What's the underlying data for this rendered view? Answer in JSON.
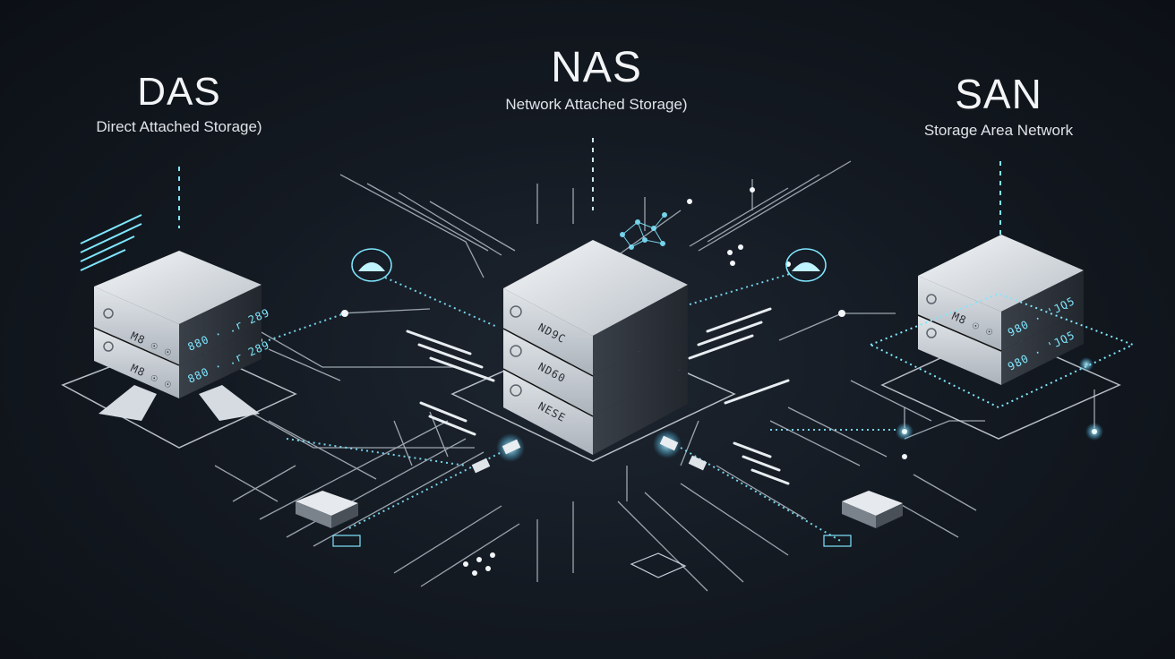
{
  "columns": [
    {
      "key": "das",
      "acronym": "DAS",
      "description": "Direct Attached Storage)"
    },
    {
      "key": "nas",
      "acronym": "NAS",
      "description": "Network Attached Storage)"
    },
    {
      "key": "san",
      "acronym": "SAN",
      "description": "Storage Area Network"
    }
  ],
  "units": {
    "das": [
      {
        "label": "M8 ☉ ☉",
        "display": "880 · .r 289"
      },
      {
        "label": "M8 ☉ ☉",
        "display": "880 · .r 289"
      }
    ],
    "nas": [
      {
        "label": "ND9C"
      },
      {
        "label": "ND60"
      },
      {
        "label": "NESE"
      }
    ],
    "san": [
      {
        "label": "M8 ☉ ☉",
        "display": "980 · 'JQ5"
      },
      {
        "label": "",
        "display": "980 · 'JQ5"
      }
    ]
  },
  "colors": {
    "accent": "#7fe7ff",
    "line": "#c9d2dc",
    "server_top": "#e9ecef",
    "server_side": "#5f6770"
  }
}
